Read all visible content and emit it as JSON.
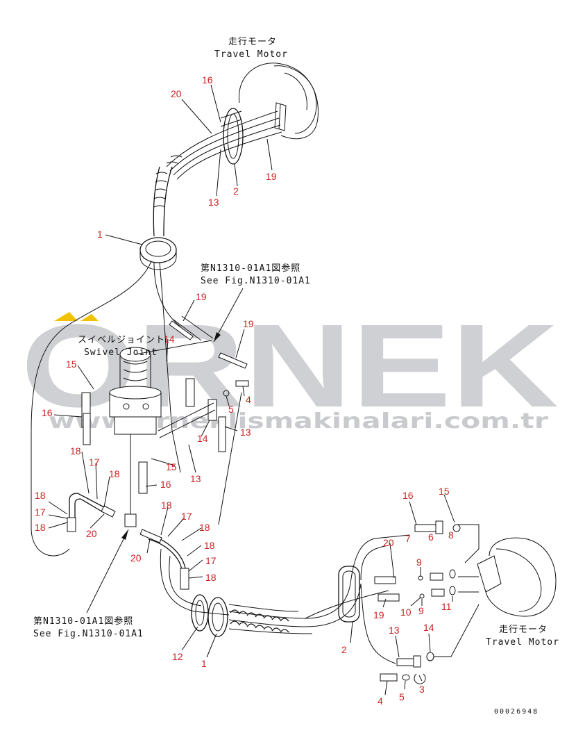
{
  "watermark": {
    "brand": "ORNEK",
    "url": "www.orneklismakinalari.com.tr",
    "accent_color": "#f2c200",
    "text_color": "#cfd0d3"
  },
  "labels": {
    "travel_motor_top_jp": "走行モータ",
    "travel_motor_top_en": "Travel Motor",
    "travel_motor_right_jp": "走行モータ",
    "travel_motor_right_en": "Travel Motor",
    "swivel_joint_jp": "スイベルジョイント",
    "swivel_joint_en": "Swivel Joint",
    "see_fig_top_jp": "第N1310-01A1図参照",
    "see_fig_top_en": "See Fig.N1310-01A1",
    "see_fig_bottom_jp": "第N1310-01A1図参照",
    "see_fig_bottom_en": "See Fig.N1310-01A1"
  },
  "drawing_number": "00026948",
  "callouts": [
    "20",
    "16",
    "19",
    "13",
    "2",
    "1",
    "19",
    "19",
    "14",
    "15",
    "16",
    "5",
    "4",
    "14",
    "13",
    "15",
    "13",
    "16",
    "18",
    "17",
    "18",
    "18",
    "17",
    "18",
    "20",
    "18",
    "17",
    "18",
    "20",
    "18",
    "17",
    "18",
    "12",
    "1",
    "2",
    "16",
    "15",
    "7",
    "6",
    "8",
    "20",
    "9",
    "11",
    "19",
    "10",
    "9",
    "13",
    "14",
    "4",
    "5",
    "3"
  ]
}
